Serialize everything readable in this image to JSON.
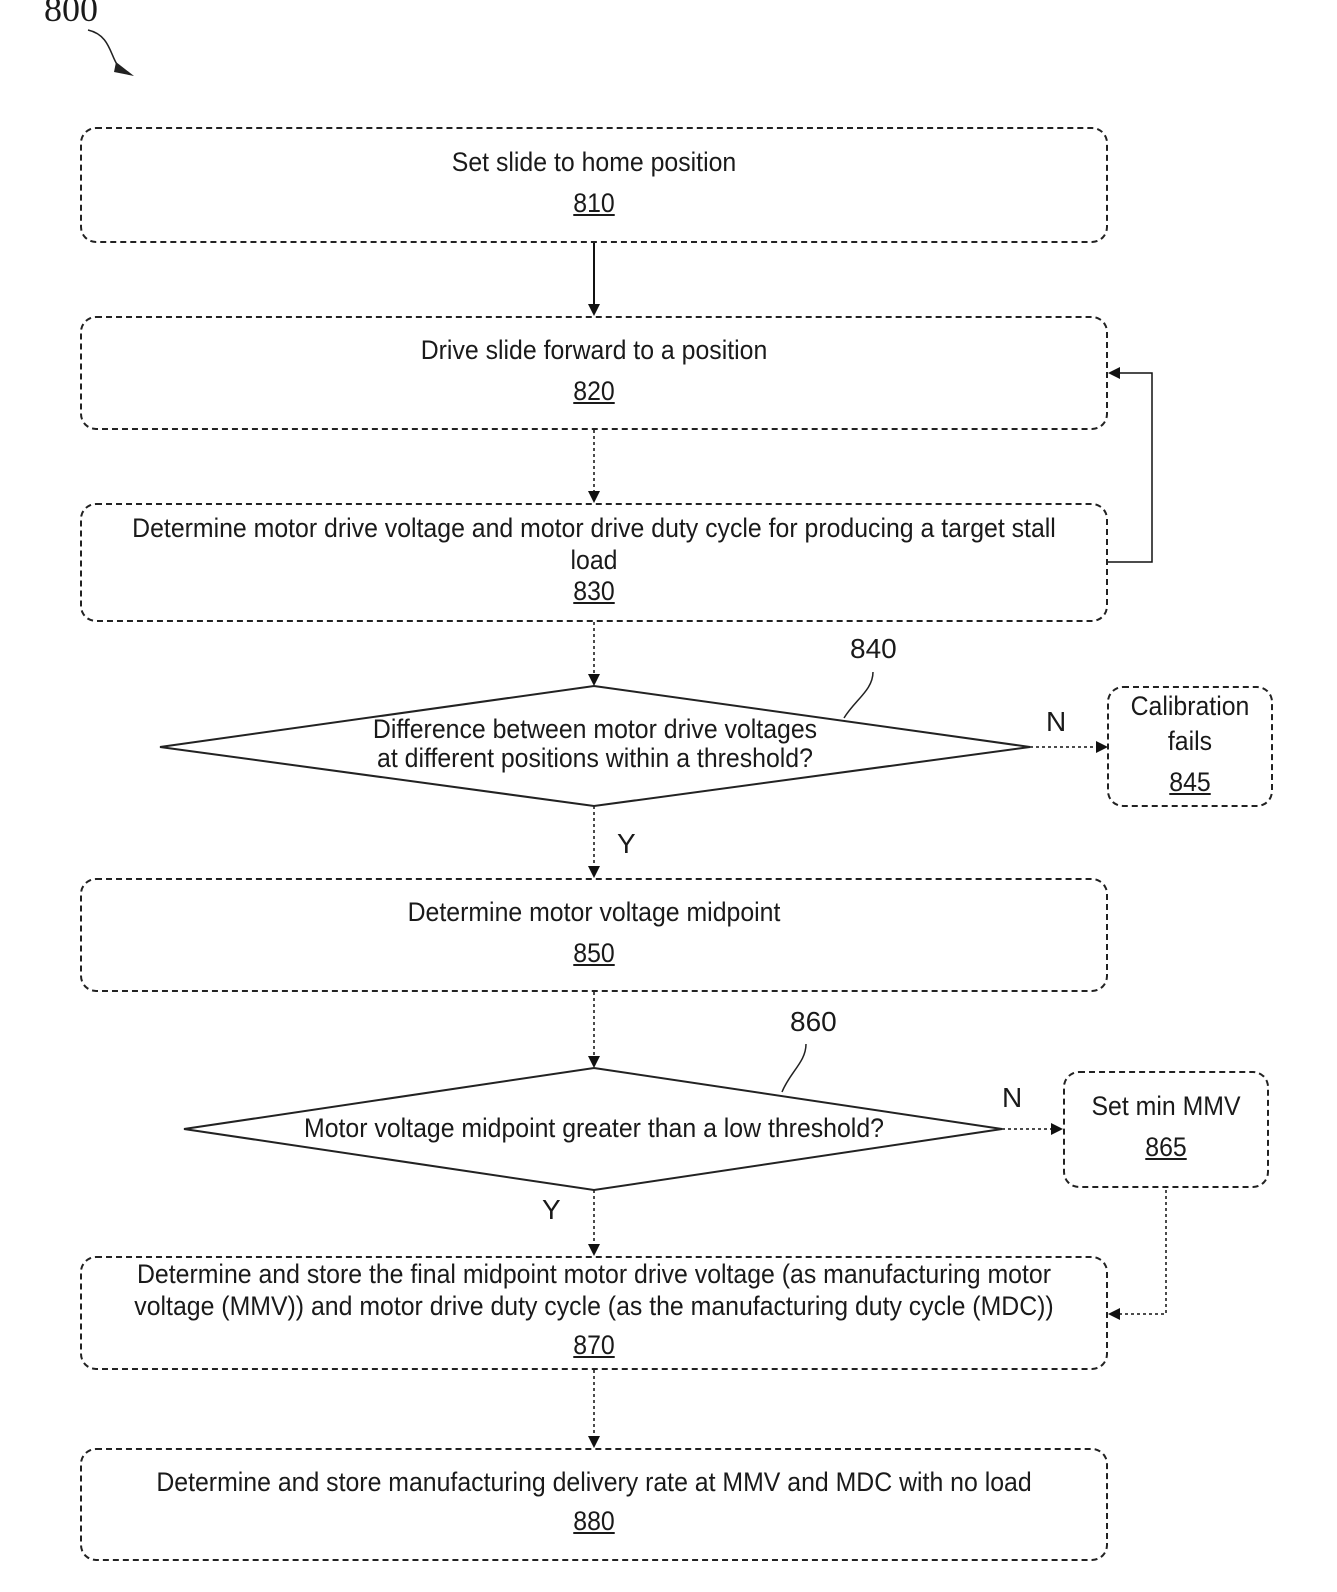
{
  "figure_number": "800",
  "nodes": {
    "s810": {
      "text": "Set slide to home position",
      "num": "810"
    },
    "s820": {
      "text": "Drive slide forward to a position",
      "num": "820"
    },
    "s830": {
      "text_line1": "Determine motor drive voltage and motor drive duty cycle for producing a target stall",
      "text_line2": "load",
      "num": "830"
    },
    "d840": {
      "line1": "Difference between motor drive voltages",
      "line2": "at different positions within a threshold?",
      "ref": "840"
    },
    "s845": {
      "line1": "Calibration",
      "line2": "fails",
      "num": "845"
    },
    "s850": {
      "text": "Determine motor voltage midpoint",
      "num": "850"
    },
    "d860": {
      "text": "Motor voltage midpoint greater than a low threshold?",
      "ref": "860"
    },
    "s865": {
      "text": "Set min MMV",
      "num": "865"
    },
    "s870": {
      "line1": "Determine and store the final midpoint motor drive voltage (as manufacturing motor",
      "line2": "voltage (MMV)) and motor drive duty cycle (as the manufacturing duty cycle (MDC))",
      "num": "870"
    },
    "s880": {
      "text": "Determine and store manufacturing delivery rate at MMV and MDC with no load",
      "num": "880"
    }
  },
  "edge_labels": {
    "n1": "N",
    "y1": "Y",
    "n2": "N",
    "y2": "Y"
  }
}
